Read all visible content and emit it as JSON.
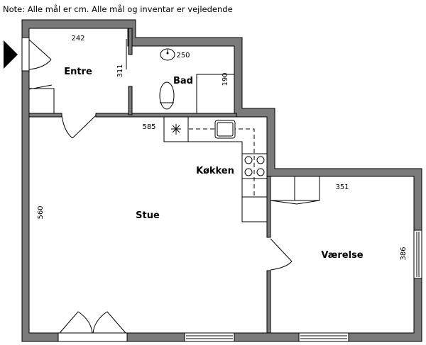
{
  "note": "Note: Alle mål er cm. Alle mål og inventar er vejledende",
  "rooms": {
    "entre": {
      "label": "Entre",
      "width": "242",
      "depth": "311"
    },
    "bad": {
      "label": "Bad",
      "width": "250",
      "depth": "190"
    },
    "kokken": {
      "label": "Køkken",
      "width": "585"
    },
    "stue": {
      "label": "Stue",
      "depth": "560"
    },
    "vaerelse": {
      "label": "Værelse",
      "width": "351",
      "depth": "386"
    }
  },
  "colors": {
    "wall": "#7a7a7a",
    "line": "#000000"
  }
}
